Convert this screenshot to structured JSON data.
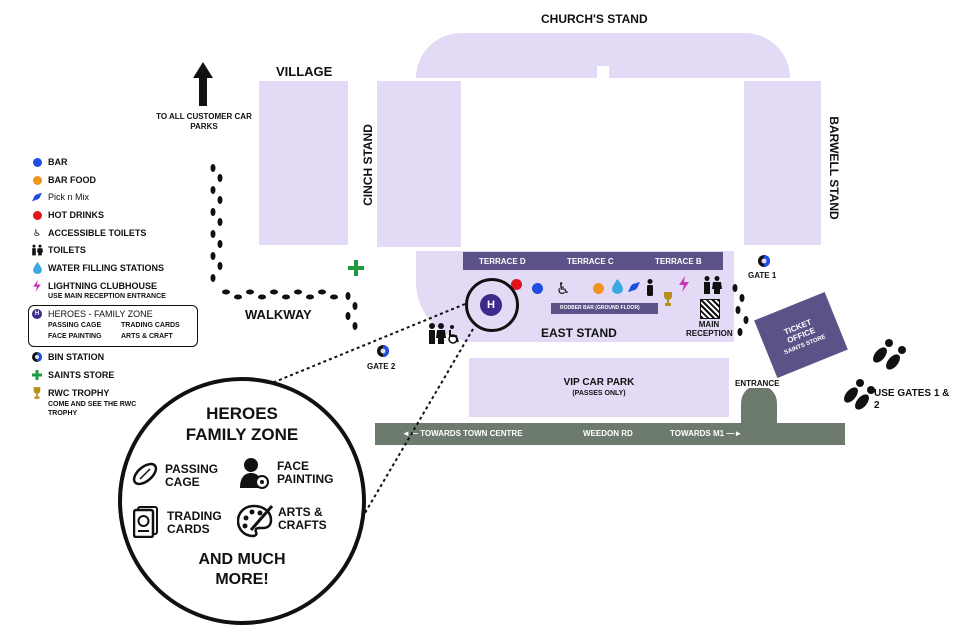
{
  "stands": {
    "churchs": "CHURCH'S STAND",
    "cinch": "CINCH STAND",
    "barwell": "BARWELL STAND",
    "east": "EAST STAND"
  },
  "terraces": {
    "d": "TERRACE D",
    "c": "TERRACE C",
    "b": "TERRACE B"
  },
  "rodber_bar": "RODBER BAR (GROUND FLOOR)",
  "village": "VILLAGE",
  "car_parks_sign": "TO ALL CUSTOMER CAR PARKS",
  "walkway": "WALKWAY",
  "gate1": "GATE 1",
  "gate2": "GATE 2",
  "main_reception": "MAIN RECEPTION",
  "ticket_office": {
    "title": "TICKET OFFICE",
    "subtitle": "SAINTS STORE"
  },
  "use_gates": "USE GATES 1 & 2",
  "vip_car_park": {
    "title": "VIP CAR PARK",
    "subtitle": "(PASSES ONLY)"
  },
  "entrance": "ENTRANCE",
  "road": {
    "left": "TOWARDS TOWN CENTRE",
    "center": "WEEDON RD",
    "right": "TOWARDS M1"
  },
  "heroes_marker": "H",
  "legend": {
    "bar": "BAR",
    "bar_food": "BAR FOOD",
    "pick_n_mix": "Pick n Mix",
    "hot_drinks": "HOT DRINKS",
    "accessible_toilets": "ACCESSIBLE TOILETS",
    "toilets": "TOILETS",
    "water": "WATER FILLING STATIONS",
    "lightning": "LIGHTNING CLUBHOUSE",
    "lightning_note": "USE MAIN RECEPTION ENTRANCE",
    "heroes": "HEROES - FAMILY ZONE",
    "heroes_items": [
      "PASSING CAGE",
      "TRADING CARDS",
      "FACE PAINTING",
      "ARTS & CRAFT"
    ],
    "bin": "BIN STATION",
    "saints_store": "SAINTS STORE",
    "rwc": "RWC TROPHY",
    "rwc_note": "COME AND SEE THE RWC TROPHY"
  },
  "family_zone": {
    "title_line1": "HEROES",
    "title_line2": "FAMILY ZONE",
    "items": [
      {
        "line1": "PASSING",
        "line2": "CAGE",
        "icon": "rugby-ball-icon"
      },
      {
        "line1": "FACE",
        "line2": "PAINTING",
        "icon": "face-paint-icon"
      },
      {
        "line1": "TRADING",
        "line2": "CARDS",
        "icon": "trading-card-icon"
      },
      {
        "line1": "ARTS &",
        "line2": "CRAFTS",
        "icon": "palette-icon"
      }
    ],
    "footer_line1": "AND MUCH",
    "footer_line2": "MORE!"
  },
  "colors": {
    "stand": "#e3dbf6",
    "terrace_bar": "#5c5288",
    "ticket_office": "#5c5288",
    "road": "#6d7a6e",
    "bar": "#1e4fe0",
    "bar_food": "#f0941f",
    "hot_drinks": "#e3141e",
    "water": "#39a9e0",
    "lightning": "#c733b8",
    "saints_store": "#1f9a3c",
    "rwc": "#b8901c",
    "heroes": "#3d2a8a"
  }
}
